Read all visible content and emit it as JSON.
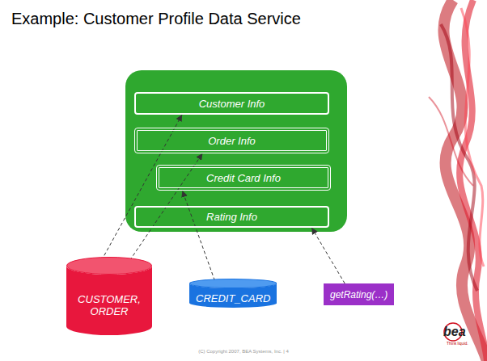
{
  "diagram": {
    "title": "Example: Customer Profile Data Service",
    "nodes": [
      {
        "text": []
      },
      {
        "text": [
          "Customer Info"
        ],
        "in": 0
      },
      {
        "text": [
          "Order Info"
        ],
        "in": 0
      },
      {
        "text": [
          "Credit Card Info"
        ],
        "in": 0
      },
      {
        "text": [
          "Rating Info"
        ],
        "in": 0
      },
      {
        "text": [
          "CUSTOMER, ORDER"
        ]
      },
      {
        "text": [
          "CREDIT_CARD"
        ]
      },
      {
        "text": [
          "getRating(…)"
        ]
      }
    ],
    "edges": [
      {
        "from": 5,
        "to": 1,
        "arrow": "to"
      },
      {
        "from": 5,
        "to": 2,
        "arrow": "to"
      },
      {
        "from": 6,
        "to": 3,
        "arrow": "to"
      },
      {
        "from": 7,
        "to": 4,
        "arrow": "to"
      }
    ],
    "labels": [
      "(C) Copyright 2007, BEA Systems, Inc. | 4",
      "bea",
      "Think liquid."
    ]
  }
}
